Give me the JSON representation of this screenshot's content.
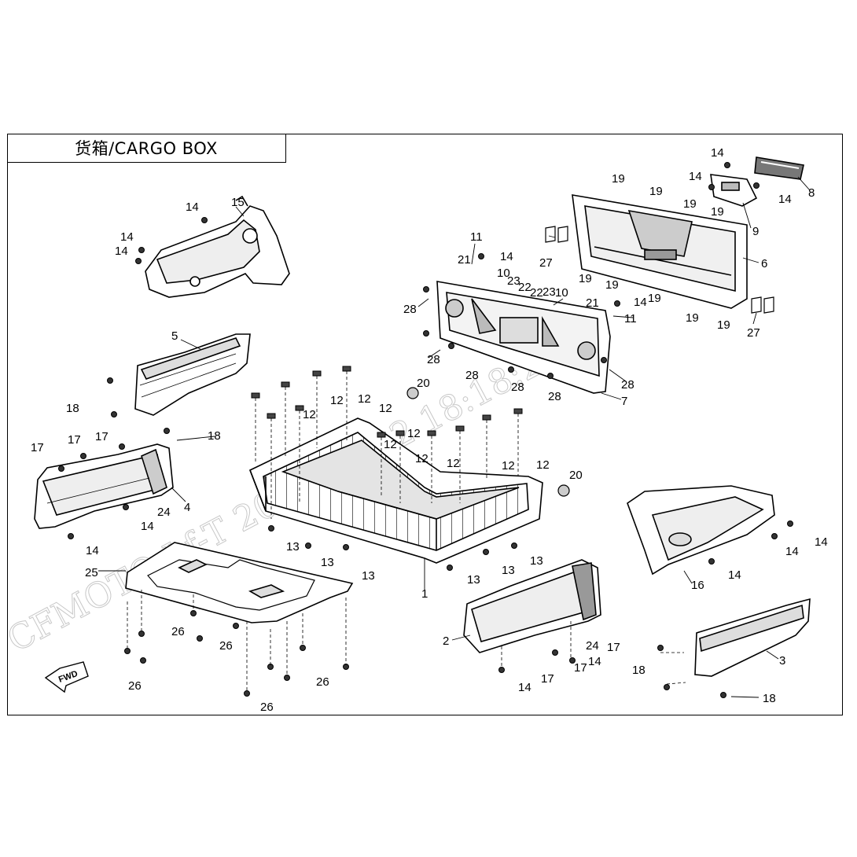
{
  "title": "货箱/CARGO BOX",
  "watermark": "CFMOTO  Lf-T  2021-03-02  18:18:20",
  "fwd_label": "FWD",
  "colors": {
    "line": "#000000",
    "part_fill": "#ffffff",
    "part_shade": "#d9d9d9",
    "watermark": "#c8c8c8"
  },
  "callouts": [
    "1",
    "2",
    "3",
    "4",
    "5",
    "6",
    "7",
    "8",
    "9",
    "10",
    "11",
    "12",
    "13",
    "14",
    "15",
    "16",
    "17",
    "18",
    "19",
    "20",
    "21",
    "22",
    "23",
    "24",
    "25",
    "26",
    "27",
    "28"
  ]
}
